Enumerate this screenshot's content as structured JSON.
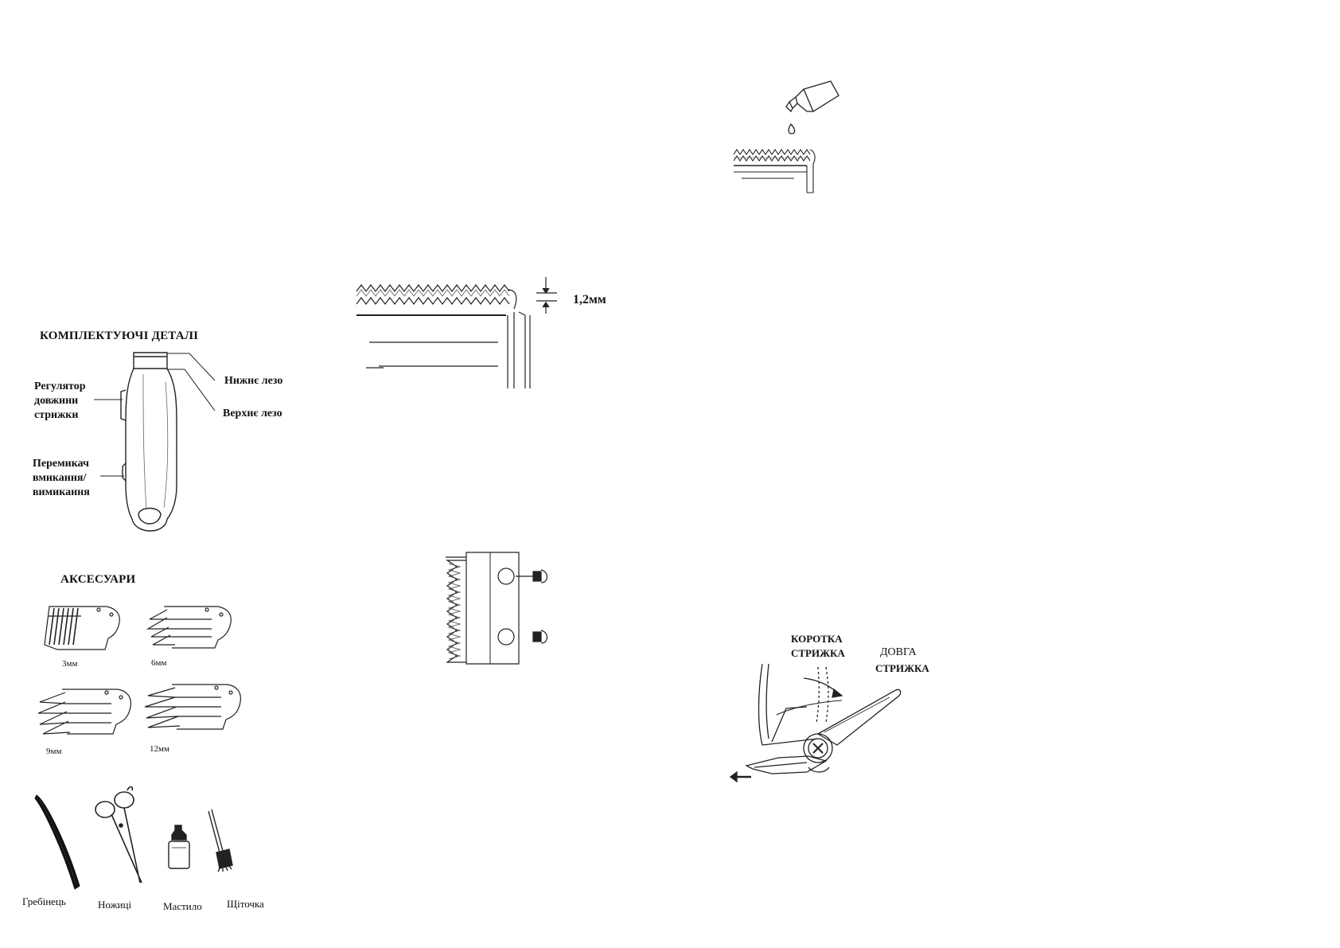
{
  "components": {
    "heading": "КОМПЛЕКТУЮЧІ ДЕТАЛІ",
    "lower_blade": "Нижнє лезо",
    "upper_blade": "Верхнє лезо",
    "length_regulator": [
      "Регулятор",
      "довжини",
      "стрижки"
    ],
    "power_switch": [
      "Перемикач",
      "вмикання/",
      "вимикання"
    ]
  },
  "accessories": {
    "heading": "АКСЕСУАРИ",
    "combs": [
      "3мм",
      "6мм",
      "9мм",
      "12мм"
    ],
    "items": [
      "Гребінець",
      "Ножиці",
      "Мастило",
      "Щіточка"
    ]
  },
  "blade_alignment": {
    "gap_value": "1,2мм"
  },
  "length_lever": {
    "short_label": [
      "КОРОТКА",
      "СТРИЖКА"
    ],
    "long_label": [
      "ДОВГА",
      "СТРИЖКА"
    ]
  },
  "icons": [
    "clipper-icon",
    "comb-3mm-icon",
    "comb-6mm-icon",
    "comb-9mm-icon",
    "comb-12mm-icon",
    "barber-comb-icon",
    "scissors-icon",
    "oil-bottle-icon",
    "brush-icon",
    "oil-dropper-icon",
    "blade-assembly-icon",
    "blade-screw-icon",
    "lever-icon"
  ]
}
